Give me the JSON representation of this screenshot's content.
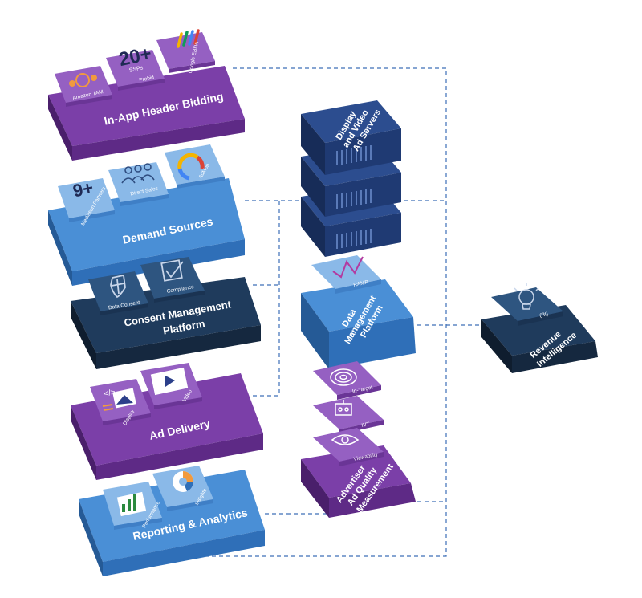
{
  "colors": {
    "purple_top": "#7b3fa8",
    "purple_front": "#5e2a86",
    "purple_side": "#4a1f6b",
    "blue_top": "#4a8fd6",
    "blue_front": "#2f6fb8",
    "blue_side": "#255a96",
    "navy_top": "#1f3b5c",
    "navy_front": "#15283f",
    "navy_side": "#0f1d2e",
    "dblue_top": "#2c4d8f",
    "dblue_front": "#1f3a73",
    "dblue_side": "#172c58",
    "connector": "#3d6fb8"
  },
  "header_bidding": {
    "label": "In-App Header Bidding",
    "count": "20+",
    "count_sub": "SSPs",
    "tiles": [
      "Amazon TAM",
      "Prebid",
      "Google EBDA"
    ]
  },
  "demand_sources": {
    "label": "Demand Sources",
    "count": "9+",
    "tiles": [
      "Mediation Partners",
      "Direct Sales",
      "AdMob"
    ]
  },
  "consent": {
    "label_line1": "Consent Management",
    "label_line2": "Platform",
    "tiles": [
      "Data Consent",
      "Compliance"
    ]
  },
  "ad_delivery": {
    "label": "Ad Delivery",
    "tiles": [
      "Display",
      "Video"
    ]
  },
  "reporting": {
    "label": "Reporting & Analytics",
    "tiles": [
      "Performance",
      "Insights"
    ]
  },
  "ad_servers": {
    "label_line1": "Display",
    "label_line2": "and Video",
    "label_line3": "Ad Servers"
  },
  "dmp": {
    "label_line1": "Data",
    "label_line2": "Management",
    "label_line3": "Platform",
    "tile": "RAMP"
  },
  "quality": {
    "label_line1": "Advertiser",
    "label_line2": "Ad Quality",
    "label_line3": "Measurement",
    "tiles": [
      "In-Target",
      "IVT",
      "Viewability"
    ]
  },
  "revenue": {
    "label_line1": "Revenue",
    "label_line2": "Intelligence",
    "tile": "(RI)"
  }
}
